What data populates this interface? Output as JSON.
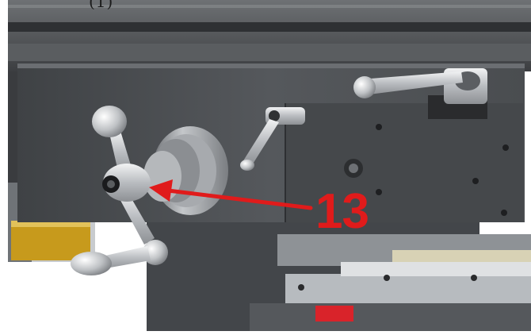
{
  "image": {
    "subject": "milling-machine-table-handwheel-closeup",
    "top_partial_text": "(1)",
    "callout": {
      "number": "13",
      "color": "#e01b1b"
    },
    "colors": {
      "casting": "#4f5256",
      "casting_dark": "#2e3033",
      "chrome": "#c9ccd0",
      "accent_red": "#e01b1b",
      "oil_window": "#c79a1c"
    }
  }
}
